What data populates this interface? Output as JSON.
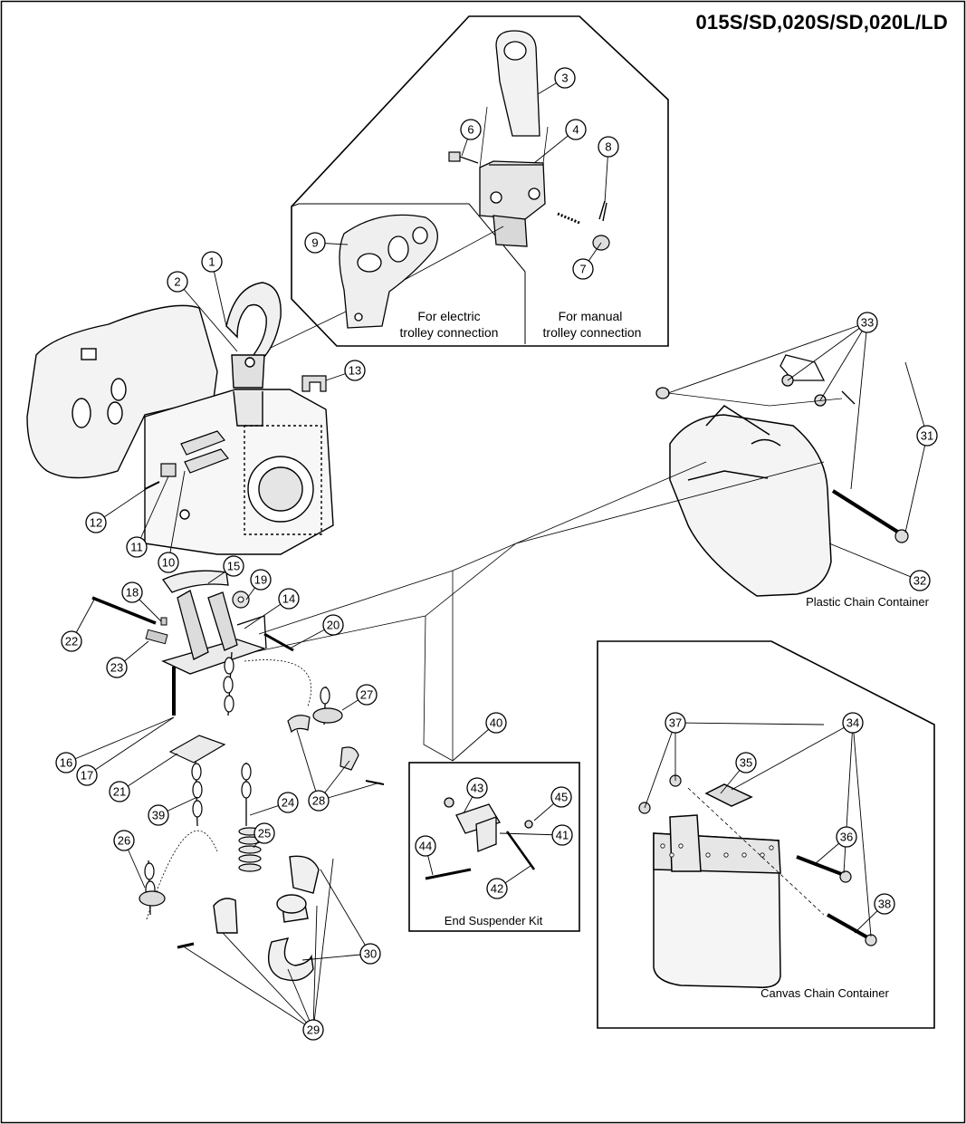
{
  "title": "015S/SD,020S/SD,020L/LD",
  "captions": {
    "electric_line1": "For electric",
    "electric_line2": "trolley connection",
    "manual_line1": "For manual",
    "manual_line2": "trolley connection",
    "plastic": "Plastic Chain Container",
    "end_suspender": "End Suspender Kit",
    "canvas": "Canvas Chain Container"
  },
  "callouts": [
    "1",
    "2",
    "3",
    "4",
    "6",
    "7",
    "8",
    "9",
    "10",
    "11",
    "12",
    "13",
    "14",
    "15",
    "16",
    "17",
    "18",
    "19",
    "20",
    "21",
    "22",
    "23",
    "24",
    "25",
    "26",
    "27",
    "28",
    "29",
    "30",
    "31",
    "32",
    "33",
    "34",
    "35",
    "36",
    "37",
    "38",
    "39",
    "40",
    "41",
    "42",
    "43",
    "44",
    "45"
  ]
}
